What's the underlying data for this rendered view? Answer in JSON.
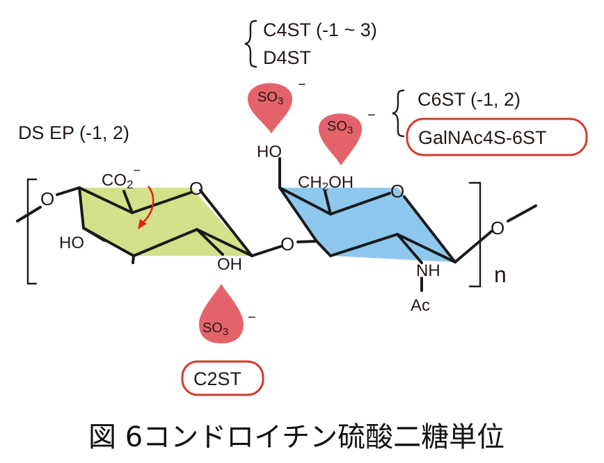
{
  "c4st_label": "C4ST (-1 ~ 3)",
  "d4st_label": "D4ST",
  "c6st_label": "C6ST (-1, 2)",
  "galnac_label": "GalNAc4S-6ST",
  "dsep_label": "DS EP (-1, 2)",
  "c2st_label": "C2ST",
  "sulfate": {
    "so": "SO",
    "sub": "3",
    "charge": "−"
  },
  "atoms": {
    "ring_o": "O",
    "glyco_o_left": "O",
    "glyco_o_mid": "O",
    "glyco_o_right": "O",
    "co2": "CO",
    "co2_sub": "2",
    "co2_charge": "−",
    "ho_left": "HO",
    "oh_bottom": "OH",
    "ho_top": "HO",
    "ch2oh_a": "CH",
    "ch2oh_sub": "2",
    "ch2oh_b": "OH",
    "nh": "NH",
    "ac": "Ac",
    "repeat_n": "n"
  },
  "caption": "図 6コンドロイチン硫酸二糖単位",
  "colors": {
    "uronic_ring": "#d4e08a",
    "galnac_ring": "#8fc8ef",
    "drop": "#e4636a",
    "highlight_border": "#d43a2a",
    "epimerase_arrow": "#e2231a"
  }
}
